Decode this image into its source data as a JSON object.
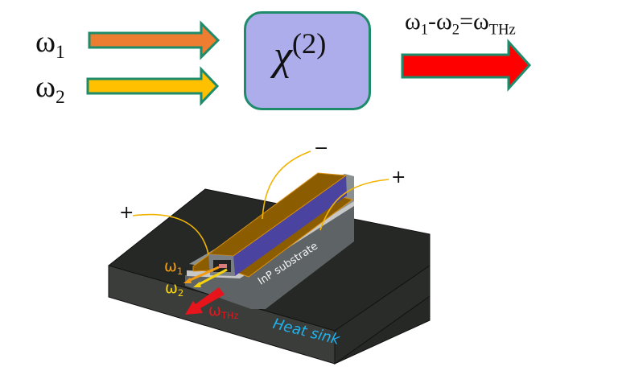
{
  "top_diagram": {
    "input_1": {
      "symbol": "ω",
      "subscript": "1",
      "arrow_color": "#ed7d31"
    },
    "input_2": {
      "symbol": "ω",
      "subscript": "2",
      "arrow_color": "#ffc000"
    },
    "process_box": {
      "symbol": "χ",
      "superscript": "(2)",
      "fill_color": "#adadeb",
      "border_color": "#1e8c6a"
    },
    "output": {
      "equation": {
        "a": "ω",
        "a_sub": "1",
        "minus": "-",
        "b": "ω",
        "b_sub": "2",
        "equals": "=",
        "c": "ω",
        "c_sub": "THz"
      },
      "arrow_color": "#ff0000"
    },
    "arrow_outline_color": "#1e8c6a"
  },
  "device_diagram": {
    "terminals": {
      "left_plus": "+",
      "top_minus": "−",
      "right_plus": "+"
    },
    "substrate_label": "InP substrate",
    "heat_sink_label": "Heat sink",
    "beam_1": {
      "symbol": "ω",
      "subscript": "1",
      "color": "#f39c12"
    },
    "beam_2": {
      "symbol": "ω",
      "subscript": "2",
      "color": "#f5d20f"
    },
    "thz_output": {
      "symbol": "ω",
      "subscript": "THz",
      "color": "#e8141b"
    },
    "colors": {
      "heat_sink": "#262826",
      "heat_sink_front": "#3b3d3b",
      "substrate": "#5e6366",
      "electrode": "#8c5c00",
      "ridge_side": "#4a44a0",
      "wire": "#f0b400",
      "heat_sink_text": "#1fb4f0"
    }
  }
}
